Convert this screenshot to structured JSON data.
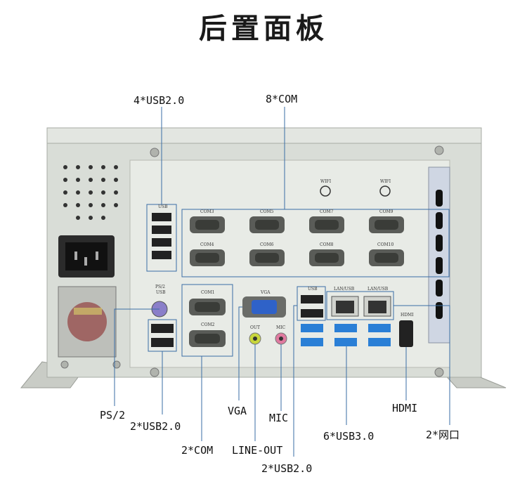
{
  "title": "后置面板",
  "callouts": {
    "usb2_top": "4*USB2.0",
    "com8": "8*COM",
    "ps2": "PS/2",
    "usb2_left": "2*USB2.0",
    "com2": "2*COM",
    "vga": "VGA",
    "line_out": "LINE-OUT",
    "mic": "MIC",
    "usb2_bottom": "2*USB2.0",
    "usb3": "6*USB3.0",
    "hdmi": "HDMI",
    "lan": "2*网口"
  },
  "panel_labels": {
    "usb": "USB",
    "wifi1": "WIFI",
    "wifi2": "WIFI",
    "com3": "COM3",
    "com5": "COM5",
    "com7": "COM7",
    "com9": "COM9",
    "com4": "COM4",
    "com6": "COM6",
    "com8": "COM8",
    "com10": "COM10",
    "ps2usb": "PS/2",
    "ps2usb2": "USB",
    "com1": "COM1",
    "com2p": "COM2",
    "vga": "VGA",
    "out": "OUT",
    "mic": "MIC",
    "usb_mid": "USB",
    "lanusb1": "LAN/USB",
    "lanusb2": "LAN/USB",
    "hdmi": "HDMI"
  },
  "colors": {
    "chassis": "#d9ddd7",
    "panel": "#e6e9e4",
    "callout_line": "#3a6ea5",
    "vga_blue": "#2f62c8",
    "usb3_blue": "#2a7fd6",
    "lineout_green": "#c8d63a",
    "mic_pink": "#e07aa0",
    "ps2_purple": "#8a7fc9"
  }
}
